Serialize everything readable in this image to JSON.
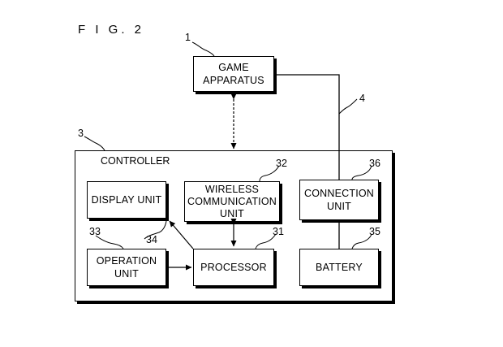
{
  "figure_label": "F I G. 2",
  "controller": {
    "label": "CONTROLLER",
    "ref": "3"
  },
  "game_apparatus": {
    "line1": "GAME",
    "line2": "APPARATUS",
    "ref": "1"
  },
  "cable_ref": "4",
  "display_unit": {
    "label": "DISPLAY UNIT",
    "ref": "34"
  },
  "wireless_unit": {
    "line1": "WIRELESS",
    "line2": "COMMUNICATION",
    "line3": "UNIT",
    "ref": "32"
  },
  "connection_unit": {
    "line1": "CONNECTION",
    "line2": "UNIT",
    "ref": "36"
  },
  "operation_unit": {
    "line1": "OPERATION",
    "line2": "UNIT",
    "ref": "33"
  },
  "processor": {
    "label": "PROCESSOR",
    "ref": "31"
  },
  "battery": {
    "label": "BATTERY",
    "ref": "35"
  }
}
